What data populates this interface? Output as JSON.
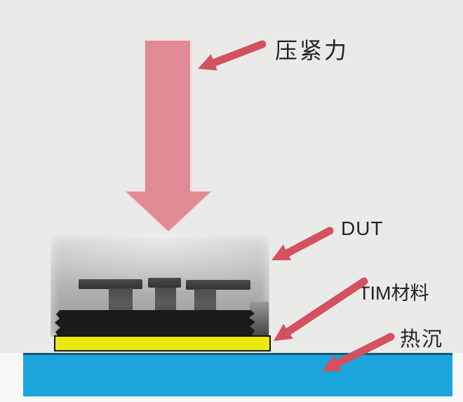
{
  "diagram": {
    "labels": {
      "force": "压紧力",
      "dut": "DUT",
      "tim": "TIM材料",
      "heatsink": "热沉"
    },
    "colors": {
      "background": "#eaeae9",
      "page": "#f7f7f6",
      "force_arrow": "#e08a93",
      "force_arrow_outline": "#f4dde0",
      "callout_arrow": "#d4515f",
      "tim_fill": "#ebe70f",
      "tim_border": "#151515",
      "heatsink_fill": "#1ba5da",
      "heatsink_border": "#19577c",
      "dut_pin_cap": "#3b3b3b",
      "dut_pin_stem": "#585858",
      "dut_die": "#1a1a1a",
      "label_text": "#242424"
    }
  }
}
